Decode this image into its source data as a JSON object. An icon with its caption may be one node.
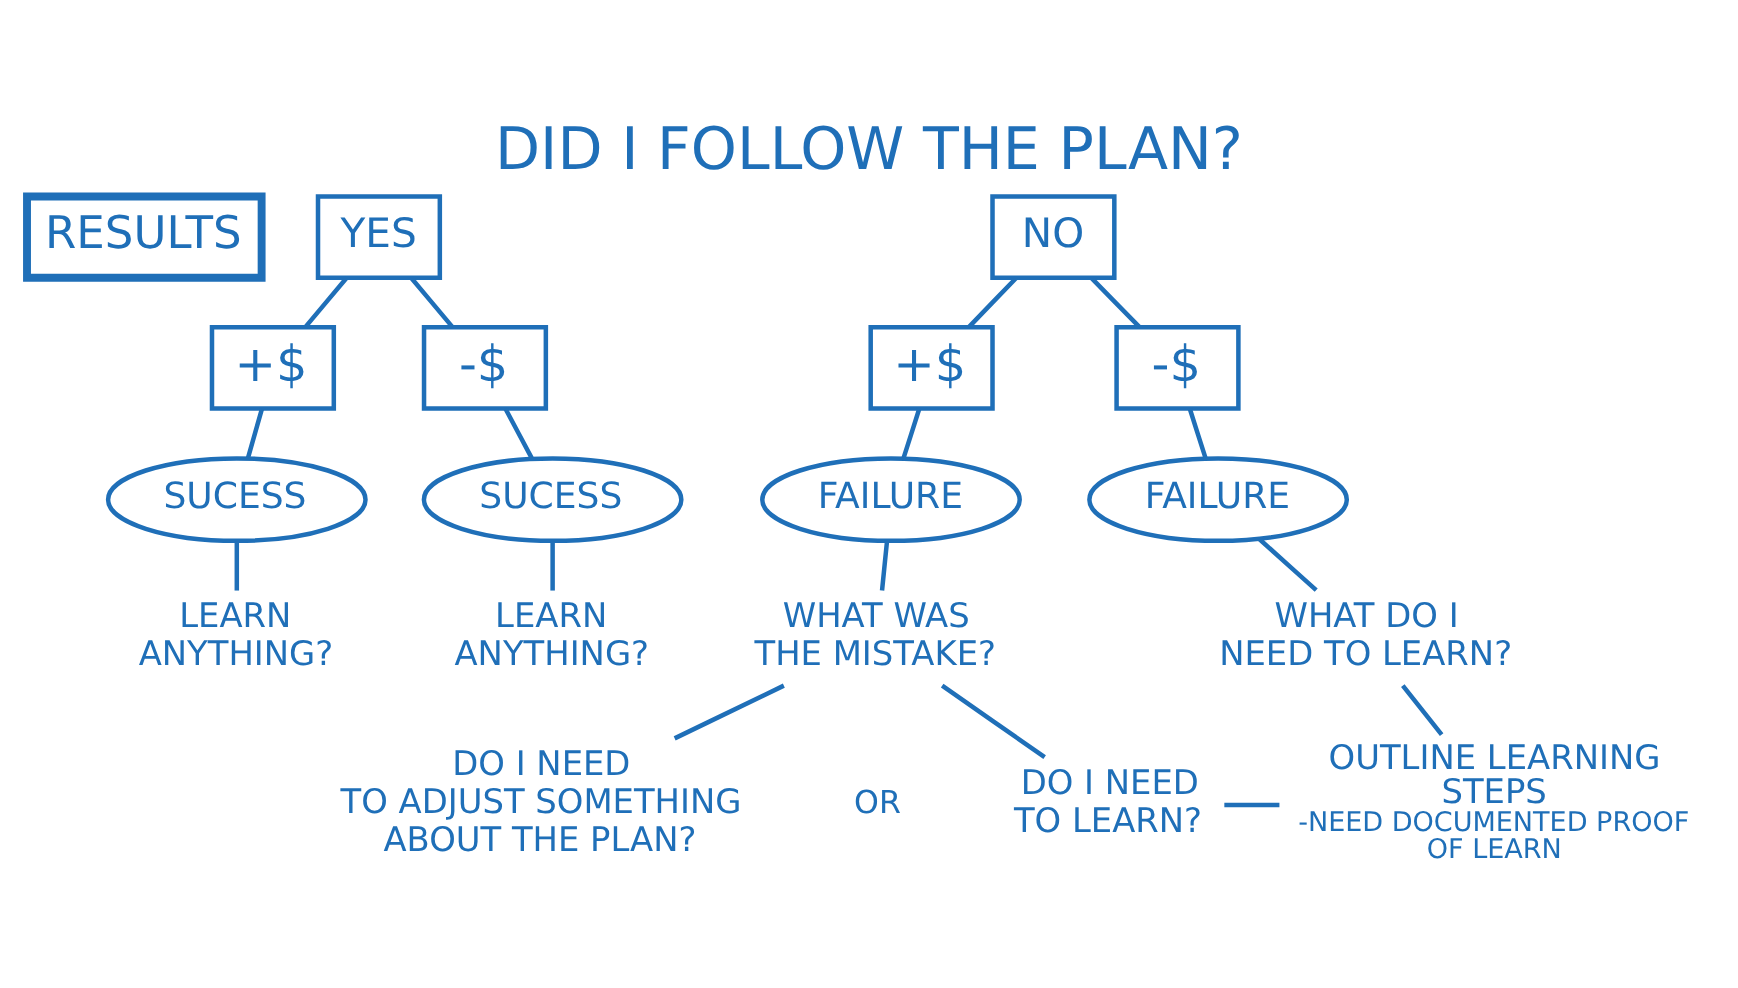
{
  "diagram": {
    "title": "DID I FOLLOW THE PLAN?",
    "nodes": [
      {
        "text": [
          "RESULTS"
        ]
      },
      {
        "text": [
          "YES"
        ]
      },
      {
        "text": [
          "NO"
        ]
      },
      {
        "text": [
          "+$"
        ]
      },
      {
        "text": [
          "-$"
        ]
      },
      {
        "text": [
          "+$"
        ]
      },
      {
        "text": [
          "-$"
        ]
      },
      {
        "text": [
          "SUCESS"
        ]
      },
      {
        "text": [
          "SUCESS"
        ]
      },
      {
        "text": [
          "FAILURE"
        ]
      },
      {
        "text": [
          "FAILURE"
        ]
      },
      {
        "text": [
          "LEARN ANYTHING?"
        ]
      },
      {
        "text": [
          "LEARN ANYTHING?"
        ]
      },
      {
        "text": [
          "WHAT WAS THE MISTAKE?"
        ]
      },
      {
        "text": [
          "WHAT DO I NEED TO LEARN?"
        ]
      },
      {
        "text": [
          "DO I NEED TO ADJUST SOMETHING ABOUT THE PLAN?"
        ]
      },
      {
        "text": [
          "DO I NEED TO LEARN?"
        ]
      },
      {
        "text": [
          "OUTLINE LEARNING STEPS"
        ],
        "beside": [
          "-NEED DOCUMENTED PROOF OF LEARN"
        ]
      }
    ],
    "edges": [
      {
        "from": 1,
        "to": 3,
        "arrow": "none"
      },
      {
        "from": 1,
        "to": 4,
        "arrow": "none"
      },
      {
        "from": 2,
        "to": 5,
        "arrow": "none"
      },
      {
        "from": 2,
        "to": 6,
        "arrow": "none"
      },
      {
        "from": 3,
        "to": 7,
        "arrow": "none"
      },
      {
        "from": 4,
        "to": 8,
        "arrow": "none"
      },
      {
        "from": 5,
        "to": 9,
        "arrow": "none"
      },
      {
        "from": 6,
        "to": 10,
        "arrow": "none"
      },
      {
        "from": 7,
        "to": 11,
        "arrow": "none"
      },
      {
        "from": 8,
        "to": 12,
        "arrow": "none"
      },
      {
        "from": 9,
        "to": 13,
        "arrow": "none"
      },
      {
        "from": 10,
        "to": 14,
        "arrow": "none"
      },
      {
        "from": 13,
        "to": 15,
        "arrow": "none"
      },
      {
        "from": 13,
        "to": 16,
        "arrow": "none"
      },
      {
        "from": 16,
        "to": 17,
        "arrow": "none"
      },
      {
        "from": 14,
        "to": 17,
        "arrow": "none"
      }
    ],
    "labels": [
      "OR"
    ]
  }
}
